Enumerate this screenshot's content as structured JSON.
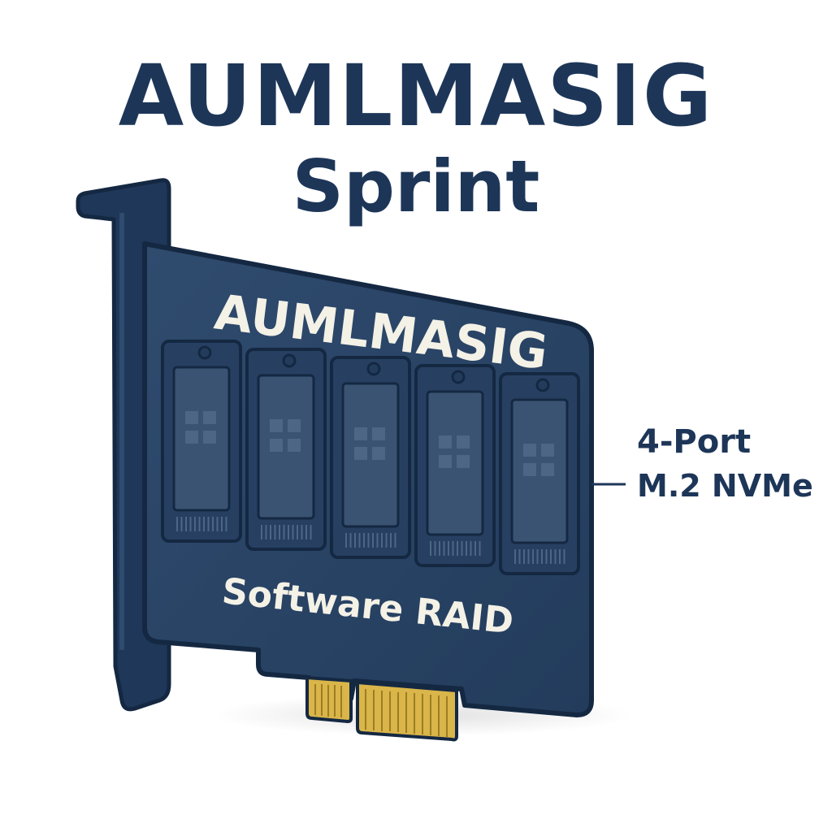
{
  "header": {
    "brand": "AUMLMASIG",
    "product": "Sprint"
  },
  "card": {
    "brand_label": "AUMLMASIG",
    "raid_label": "Software RAID",
    "slot_count": 5
  },
  "callout": {
    "line1": "4-Port",
    "line2": "M.2 NVMe"
  },
  "colors": {
    "navy": "#1d3658",
    "card_fill": "#2b4566",
    "slot_fill": "#3a5373",
    "gold_contacts": "#d9b54a",
    "label_text": "#f4f1e6"
  }
}
